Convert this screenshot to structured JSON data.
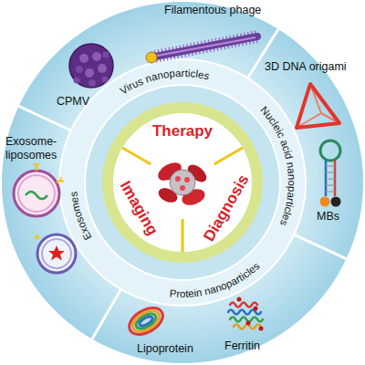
{
  "diagram": {
    "nodes": [
      {
        "text": [
          "Therapy",
          "Diagnosis",
          "Imaging"
        ]
      }
    ],
    "labels": [
      "Filamentous phage",
      "CPMV",
      "Virus nanoparticles",
      "Nucleic acid nanoparticles",
      "3D DNA origami",
      "MBs",
      "Ferritin",
      "Lipoprotein",
      "Protein nanoparticles",
      "Exosomes",
      "Exosome-liposomes"
    ]
  }
}
